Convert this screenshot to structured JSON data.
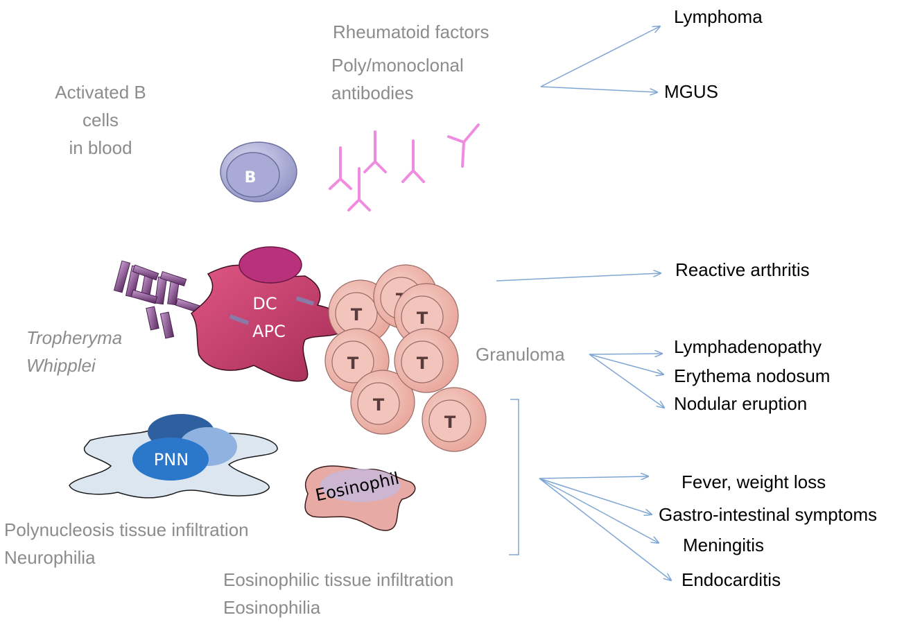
{
  "labels": {
    "activated_b": [
      "Activated B",
      "cells",
      "in blood"
    ],
    "rheumatoid": "Rheumatoid factors",
    "antibodies": [
      "Poly/monoclonal",
      "antibodies"
    ],
    "tropheryma": [
      "Tropheryma",
      "Whipplei"
    ],
    "granuloma": "Granuloma",
    "polynucleosis": [
      "Polynucleosis tissue infiltration",
      "Neurophilia"
    ],
    "eosinophilic": [
      "Eosinophilic tissue infiltration",
      "Eosinophilia"
    ]
  },
  "cells": {
    "b": "B",
    "dc": "DC",
    "apc": "APC",
    "t": "T",
    "pnn": "PNN",
    "eosinophil": "Eosinophil"
  },
  "outcomes": {
    "lymphoma": "Lymphoma",
    "mgus": "MGUS",
    "reactive_arthritis": "Reactive arthritis",
    "lymphadenopathy": "Lymphadenopathy",
    "erythema": "Erythema nodosum",
    "nodular": "Nodular eruption",
    "fever": "Fever, weight loss",
    "gastro": "Gastro-intestinal symptoms",
    "meningitis": "Meningitis",
    "endocarditis": "Endocarditis"
  },
  "colors": {
    "arrow": "#7ea6d4",
    "label_gray": "#8c8c8c",
    "antibody": "#f08ce0",
    "dc": "#c23e6e",
    "t_cell": "#f0b8ae",
    "b_cell": "#9fa0cf",
    "pnn_body": "#dce6f1",
    "pnn_nucleus": "#2f6fb8",
    "eosinophil": "#e8aaa4",
    "bacteria": "#7b3f7f"
  }
}
